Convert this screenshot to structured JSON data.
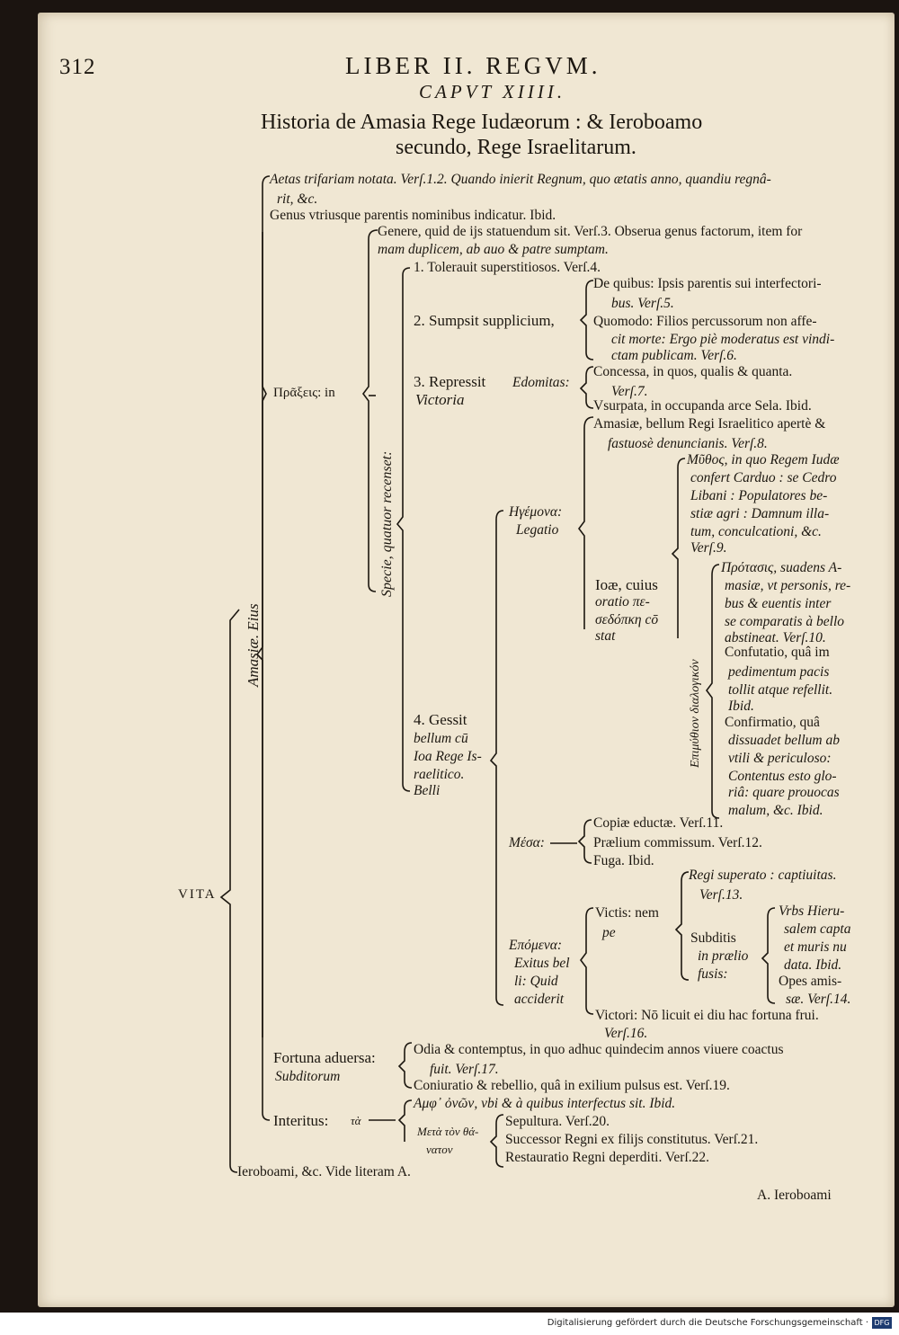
{
  "header": {
    "page_number": "312",
    "running_title": "LIBER II. REGVM.",
    "chapter": "CAPVT XIIII.",
    "title_line1": "Historia de Amasia Rege Iudæorum : & Ieroboamo",
    "title_line2": "secundo, Rege Israelitarum."
  },
  "tree": {
    "root": "VITA",
    "amasiae": "Amasiæ. Eius",
    "aetas_1": "Aetas trifariam notata. Verſ.1.2. Quando inierit Regnum, quo ætatis anno, quandiu regnâ-",
    "aetas_2": "rit, &c.",
    "genus": "Genus vtriusque parentis nominibus indicatur. Ibid.",
    "praxeis": "Πρᾶξεις: in",
    "genere_1": "Genere, quid de ijs statuendum sit. Verſ.3. Obserua genus factorum, item for",
    "genere_2": "mam duplicem, ab auo & patre sumptam.",
    "specie": "Specie, quatuor recenset:",
    "item1": "1. Tolerauit superstitiosos. Verſ.4.",
    "item2": "2. Sumpsit supplicium,",
    "de_quibus_1": "De quibus: Ipsis parentis sui interfectori-",
    "de_quibus_2": "bus. Verſ.5.",
    "quomodo_1": "Quomodo: Filios percussorum non affe-",
    "quomodo_2": "cit morte: Ergo piè moderatus est vindi-",
    "quomodo_3": "ctam publicam. Verſ.6.",
    "item3_a": "3. Repressit",
    "item3_b": "Victoria",
    "edomitas": "Edomitas:",
    "concessa_1": "Concessa, in quos, qualis & quanta.",
    "concessa_2": "Verſ.7.",
    "vsurpata": "Vsurpata, in occupanda arce Sela. Ibid.",
    "amasiae_bellum_1": "Amasiæ, bellum Regi Israelitico apertè &",
    "amasiae_bellum_2": "fastuosè denuncianis. Verſ.8.",
    "hegemona": "Ηγέμονα:",
    "legatio": "Legatio",
    "mythos_1": "Μῦθος, in quo Regem Iudæ",
    "mythos_2": "confert Carduo : se Cedro",
    "mythos_3": "Libani : Populatores be-",
    "mythos_4": "stiæ agri : Damnum illa-",
    "mythos_5": "tum, conculcationi, &c.",
    "mythos_6": "Verſ.9.",
    "ioas_1": "Ioæ, cuius",
    "ioas_2": "oratio πε-",
    "ioas_3": "σεδόπκη cō",
    "ioas_4": "stat",
    "epimythion": "Επιμύθιον διαλογικόν",
    "protasis_1": "Πρότασις, suadens A-",
    "protasis_2": "masiæ, vt personis, re-",
    "protasis_3": "bus & euentis inter",
    "protasis_4": "se comparatis à bello",
    "protasis_5": "abstineat. Verſ.10.",
    "confutatio_1": "Confutatio, quâ im",
    "confutatio_2": "pedimentum pacis",
    "confutatio_3": "tollit atque refellit.",
    "confutatio_4": "Ibid.",
    "confirmatio_1": "Confirmatio, quâ",
    "confirmatio_2": "dissuadet bellum ab",
    "confirmatio_3": "vtili & periculoso:",
    "confirmatio_4": "Contentus esto glo-",
    "confirmatio_5": "riâ: quare prouocas",
    "confirmatio_6": "malum, &c. Ibid.",
    "item4_a": "4. Gessit",
    "item4_b": "bellum cū",
    "item4_c": "Ioa Rege Is-",
    "item4_d": "raelitico.",
    "item4_e": "Belli",
    "mesa": "Μέσα:",
    "copiae": "Copiæ eductæ. Verſ.11.",
    "praelium": "Prælium commissum. Verſ.12.",
    "fuga": "Fuga. Ibid.",
    "epomena": "Επόμενα:",
    "exitus_1": "Exitus bel",
    "exitus_2": "li: Quid",
    "exitus_3": "acciderit",
    "victis_1": "Victis: nem",
    "victis_2": "pe",
    "regi_superato_1": "Regi superato : captiuitas.",
    "regi_superato_2": "Verſ.13.",
    "subditis_1": "Subditis",
    "subditis_2": "in prælio",
    "subditis_3": "fusis:",
    "vrbs_1": "Vrbs Hieru-",
    "vrbs_2": "salem capta",
    "vrbs_3": "et muris nu",
    "vrbs_4": "data. Ibid.",
    "opes_1": "Opes amis-",
    "opes_2": "sæ. Verſ.14.",
    "victori_1": "Victori: Nō licuit ei diu hac fortuna frui.",
    "victori_2": "Verſ.16.",
    "fortuna_1": "Fortuna aduersa:",
    "fortuna_2": "Subditorum",
    "odia_1": "Odia & contemptus, in quo adhuc quindecim annos viuere coactus",
    "odia_2": "fuit. Verſ.17.",
    "coniuratio": "Coniuratio & rebellio, quâ in exilium pulsus est. Verſ.19.",
    "interitus": "Interitus:",
    "interitus_greek": "τὰ",
    "amphi": "Αμφ᾽ ὀνῶν, vbi & à quibus interfectus sit. Ibid.",
    "meta_1": "Μετὰ τὸν θά-",
    "meta_2": "νατον",
    "sepultura": "Sepultura. Verſ.20.",
    "successor": "Successor Regni ex filijs constitutus. Verſ.21.",
    "restauratio": "Restauratio Regni deperditi. Verſ.22.",
    "ieroboami": "Ieroboami, &c. Vide literam A."
  },
  "catchword": "A. Ieroboami",
  "footer": {
    "credit": "Digitalisierung gefördert durch die Deutsche Forschungsgemeinschaft ·",
    "logo": "DFG"
  },
  "colors": {
    "paper": "#f0e7d3",
    "ink": "#1c1710",
    "scan_border": "#1b1410",
    "logo": "#1d3b70"
  }
}
